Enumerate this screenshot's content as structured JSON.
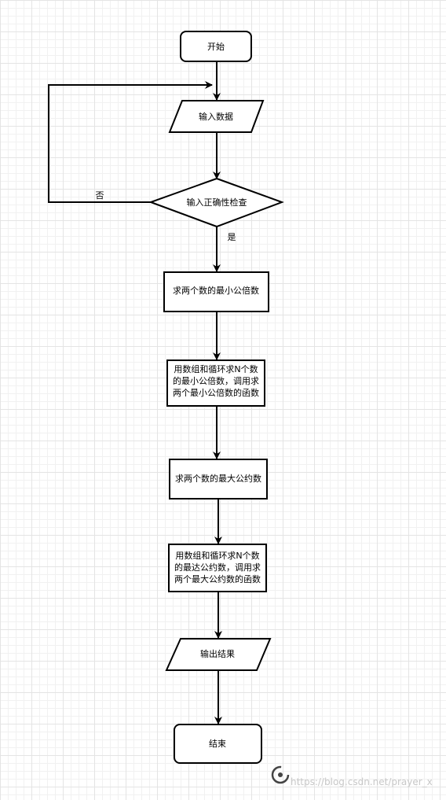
{
  "nodes": {
    "start": "开始",
    "input": "输入数据",
    "check": "输入正确性检查",
    "lcm_two": "求两个数的最小公倍数",
    "lcm_n": [
      "用数组和循环求N个数",
      "的最小公倍数，调用求",
      "两个最小公倍数的函数"
    ],
    "gcd_two": "求两个数的最大公约数",
    "gcd_n": [
      "用数组和循环求N个数",
      "的最达公约数，调用求",
      "两个最大公约数的函数"
    ],
    "output": "输出结果",
    "end": "结束"
  },
  "edges": {
    "no_label": "否",
    "yes_label": "是"
  },
  "watermark": {
    "text": "https://blog.csdn.net/prayer_x"
  },
  "colors": {
    "stroke": "#000000",
    "fill": "#ffffff",
    "grid": "#e4e4e4",
    "watermark": "#c8c8c8"
  }
}
